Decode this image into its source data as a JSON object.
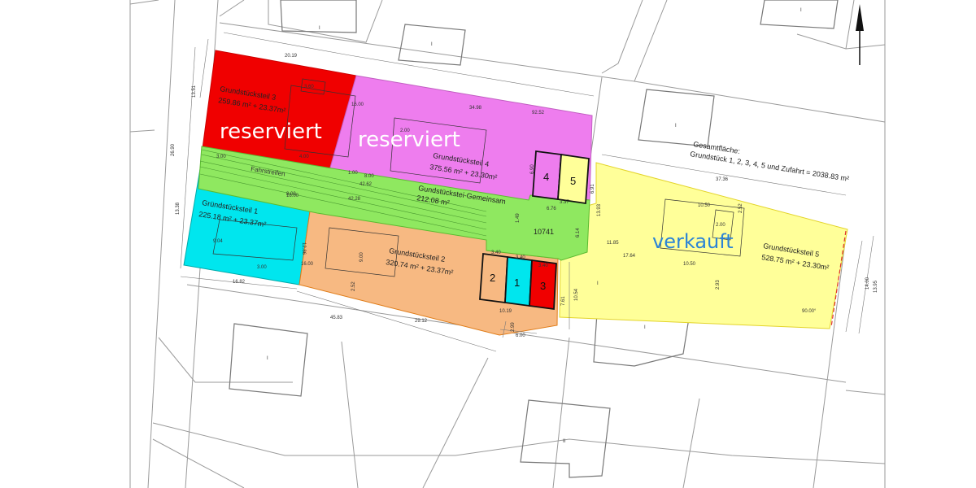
{
  "plots": {
    "p3": {
      "name": "Grundstücksteil 3",
      "area": "259.86 m² + 23.37m²",
      "status": "reserviert",
      "color": "#f00000"
    },
    "p4": {
      "name": "Grundstücksteil 4",
      "area": "375.56 m² + 23.30m²",
      "status": "reserviert",
      "color": "#ee7dee"
    },
    "p1": {
      "name": "Gründstücksteil 1",
      "area": "225.18 m² + 23.37m²",
      "color": "#00e6ee"
    },
    "p2": {
      "name": "Grundstücksteil 2",
      "area": "320.74 m² + 23.37m²",
      "color": "#f7b982"
    },
    "p5": {
      "name": "Grundstücksteil 5",
      "area": "528.75 m² + 23.30m²",
      "status": "verkauft",
      "color": "#ffff99"
    },
    "common": {
      "name": "Gundstückstei-Gemeinsam",
      "area": "212.08 m²",
      "color": "#8fe860"
    }
  },
  "parcel_number": "10741",
  "driveway_label": "Fahrstreifen",
  "total": {
    "label": "Gesamtfläche:",
    "text": "Grundstück 1, 2, 3, 4, 5 und Zufahrt = 2038.83 m²"
  },
  "garages": {
    "left": [
      "2",
      "1",
      "3"
    ],
    "right": [
      "4",
      "5"
    ]
  },
  "house_marks": [
    "I",
    "I",
    "I",
    "I",
    "I",
    "I",
    "I",
    "II"
  ],
  "dimensions": {
    "top_width": "20.19",
    "d_34_98": "34.98",
    "d_92_52": "92.52",
    "d_37_36": "37.36",
    "d_42_28": "42.28",
    "d_42_62": "42.62",
    "d_45_83": "45.83",
    "d_29_12": "29.12",
    "d_16_82": "16.82",
    "d_17_64": "17.64",
    "d_11_85": "11.85",
    "d_10_50": "10.50",
    "d_10_50b": "10.50",
    "d_10_19": "10.19",
    "d_9_04": "9.04",
    "d_8_00": "8.00",
    "d_8_00b": "8.00",
    "d_6_00": "6.00",
    "d_4_00": "4.00",
    "d_3_00": "3.00",
    "d_3_00b": "3.00",
    "d_3_37": "3.37",
    "d_3_40": "3.40",
    "d_3_40b": "3.40",
    "d_3_40c": "3.40",
    "d_6_76": "6.76",
    "d_12_86": "12.86",
    "d_16_00": "16.00",
    "d_16_00b": "16.00",
    "d_16_00c": "16.00",
    "d_13_51": "13.51",
    "d_13_38": "13.38",
    "d_26_90": "26.90",
    "d_13_93": "13.93",
    "d_14_00": "14.00",
    "d_13_95": "13.95",
    "d_10_54": "10.54",
    "d_7_61": "7.61",
    "d_6_14": "6.14",
    "d_2_52": "2.52",
    "d_2_52b": "2.52",
    "d_2_93": "2.93",
    "d_2_00": "2.00",
    "d_2_00b": "2.00",
    "d_9_00": "9.00",
    "d_2_99": "2.99",
    "d_1_00": "1.00",
    "d_1_49": "1.49",
    "d_90deg": "90.00°",
    "d_6_90": "6.90",
    "d_6_91": "6.91",
    "d_3_60": "3.60"
  }
}
